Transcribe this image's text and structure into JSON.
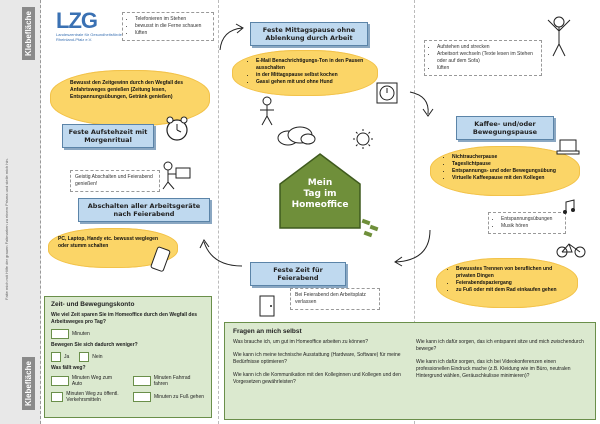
{
  "sidebar": {
    "top_label": "Klebefläche",
    "bottom_label": "Klebefläche",
    "note": "Falte mich mit Hilfe der grauen Faltmarken zu einem Prisma und stelle mich hin."
  },
  "logo": {
    "text": "LZG",
    "subtitle": "Landeszentrale für Gesundheitsförderung in Rheinland-Pfalz e.V."
  },
  "title": {
    "line1": "Mein",
    "line2": "Tag im",
    "line3": "Homeoffice"
  },
  "notes": {
    "top_left": [
      "Telefonieren im Stehen",
      "bewusst in die Ferne schauen",
      "lüften"
    ],
    "mid_left": "Geistig Abschalten und Feierabend genießen!",
    "top_right": [
      "Aufstehen und strecken",
      "Arbeitsort wechseln (Texte lesen im Stehen oder auf dem Sofa)",
      "lüften"
    ],
    "mid_right": [
      "Entspannungsübungen",
      "Musik hören"
    ],
    "feierabend": "Bei Feierabend den Arbeitsplatz verlassen"
  },
  "bubbles": {
    "zeitgewinn": "Bewusst den Zeitgewinn durch den Wegfall des Anfahrtsweges genießen (Zeitung lesen, Entspannungsübungen, Getränk genießen)",
    "abschalten": "PC, Laptop, Handy etc. bewusst weglegen oder stumm schalten",
    "mittag": [
      "E-Mail Benachrichtigungs-Ton in den Pausen ausschalten",
      "in der Mittagspause selbst kochen",
      "Gassi gehen mit und ohne Hund"
    ],
    "kaffee": [
      "Nichtraucherpause",
      "Tageslichtpause",
      "Entspannungs- und oder Bewegungsübung",
      "Virtuelle Kaffeepause mit den Kollegen"
    ],
    "trennen": [
      "Bewusstes Trennen von beruflichen und privaten Dingen",
      "Feierabendspaziergang",
      "zu Fuß oder mit dem Rad einkaufen gehen"
    ]
  },
  "headers": {
    "aufstehzeit": "Feste Aufstehzeit mit Morgenritual",
    "abschalten": "Abschalten aller Arbeitsgeräte nach Feierabend",
    "mittag": "Feste Mittagspause ohne Ablenkung durch Arbeit",
    "kaffee": "Kaffee- und/oder Bewegungspause",
    "feierabend": "Feste Zeit für Feierabend"
  },
  "konto": {
    "title": "Zeit- und Bewegungskonto",
    "q1": "Wie viel Zeit sparen Sie im Homeoffice durch den Wegfall des Arbeitsweges pro Tag?",
    "minuten": "Minuten",
    "q2": "Bewegen Sie sich dadurch weniger?",
    "ja": "Ja",
    "nein": "Nein",
    "q3": "Was fällt weg?",
    "items": [
      "Minuten Weg zum Auto",
      "Minuten Fahrrad fahren",
      "Minuten Weg zu öffentl. Verkehrsmitteln",
      "Minuten zu Fuß gehen"
    ]
  },
  "fragen": {
    "title": "Fragen an mich selbst",
    "left": [
      "Was brauche ich, um gut im Homeoffice arbeiten zu können?",
      "Wie kann ich meine technische Ausstattung (Hardware, Software) für meine Bedürfnisse optimieren?",
      "Wie kann ich die Kommunikation mit den Kolleginnen und Kollegen und den Vorgesetzen gewährleisten?"
    ],
    "right": [
      "Wie kann ich dafür sorgen, das ich entspannt sitze und mich zwischendurch bewege?",
      "Wie kann ich dafür sorgen, das ich bei Videokonferenzen einen professionellen Eindruck mache (z.B. Kleidung wie im Büro, neutralen Hintergrund wählen, Geräuschkulisse minimieren)?"
    ]
  },
  "colors": {
    "cloud": "#fbd567",
    "header_blue": "#bfd9ef",
    "konto_green": "#dbe9cf",
    "house": "#6f8f3a",
    "logo": "#3a71b3"
  }
}
